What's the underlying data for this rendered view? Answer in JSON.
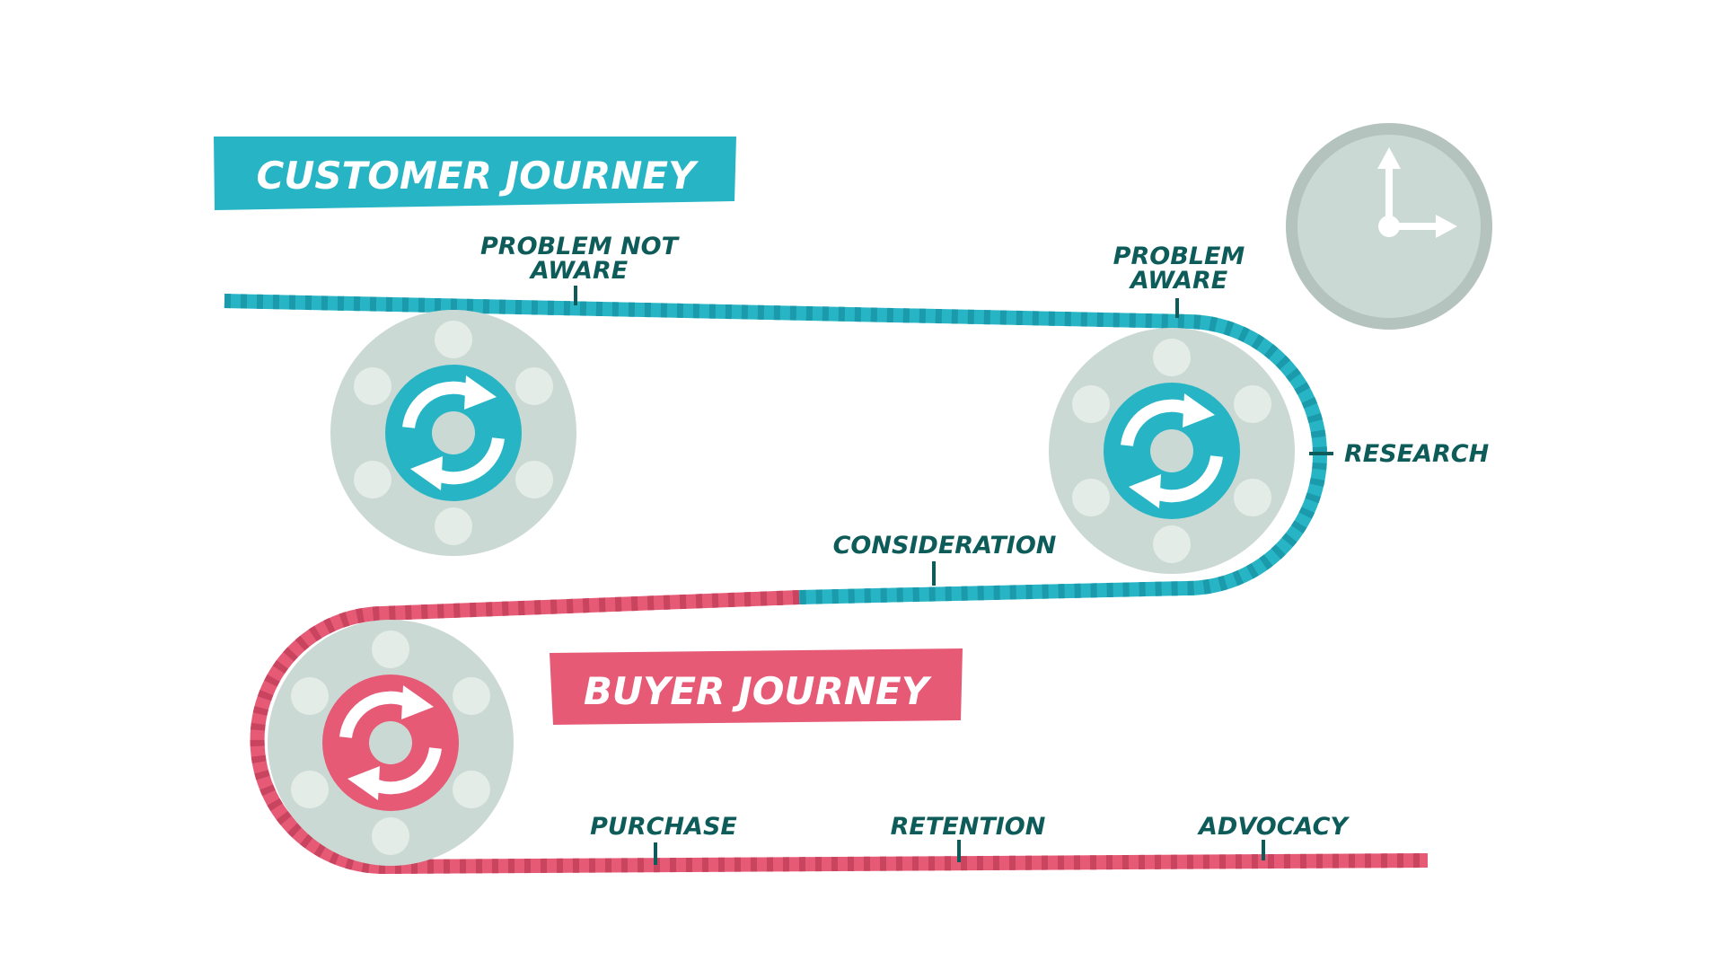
{
  "colors": {
    "teal": "#27b5c6",
    "teal_dark": "#1a9aab",
    "pink": "#e65a76",
    "pink_dark": "#c8445f",
    "gear": "#cbd9d4",
    "gear_hole": "#e4ece8",
    "label": "#0e5c5a",
    "clock_rim": "#b5c3be",
    "clock_face": "#cbd9d4"
  },
  "banners": {
    "customer_journey": "CUSTOMER JOURNEY",
    "buyer_journey": "BUYER JOURNEY"
  },
  "stages": {
    "problem_not_aware_line1": "PROBLEM NOT",
    "problem_not_aware_line2": "AWARE",
    "problem_aware_line1": "PROBLEM",
    "problem_aware_line2": "AWARE",
    "research": "RESEARCH",
    "consideration": "CONSIDERATION",
    "purchase": "PURCHASE",
    "retention": "RETENTION",
    "advocacy": "ADVOCACY"
  },
  "icons": {
    "gear": "gear-refresh-icon",
    "clock": "clock-icon"
  }
}
